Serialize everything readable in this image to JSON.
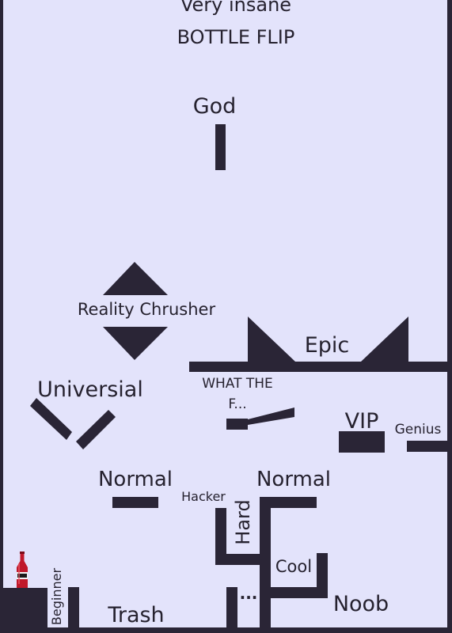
{
  "title": {
    "line1": "Very insane",
    "line2": "BOTTLE FLIP"
  },
  "labels": {
    "god": "God",
    "reality": "Reality Chrusher",
    "epic": "Epic",
    "universal": "Universial",
    "wtf1": "WHAT THE",
    "wtf2": "F...",
    "vip": "VIP",
    "genius": "Genius",
    "normal_left": "Normal",
    "normal_right": "Normal",
    "hacker": "Hacker",
    "hard": "Hard",
    "cool": "Cool",
    "dots": "...",
    "noob": "Noob",
    "beginner": "Beginner",
    "trash": "Trash"
  },
  "colors": {
    "background": "#e3e3fb",
    "platform": "#2a2536",
    "text": "#26222f",
    "bottle": "#c0182a"
  },
  "player": {
    "icon": "bottle-icon"
  }
}
